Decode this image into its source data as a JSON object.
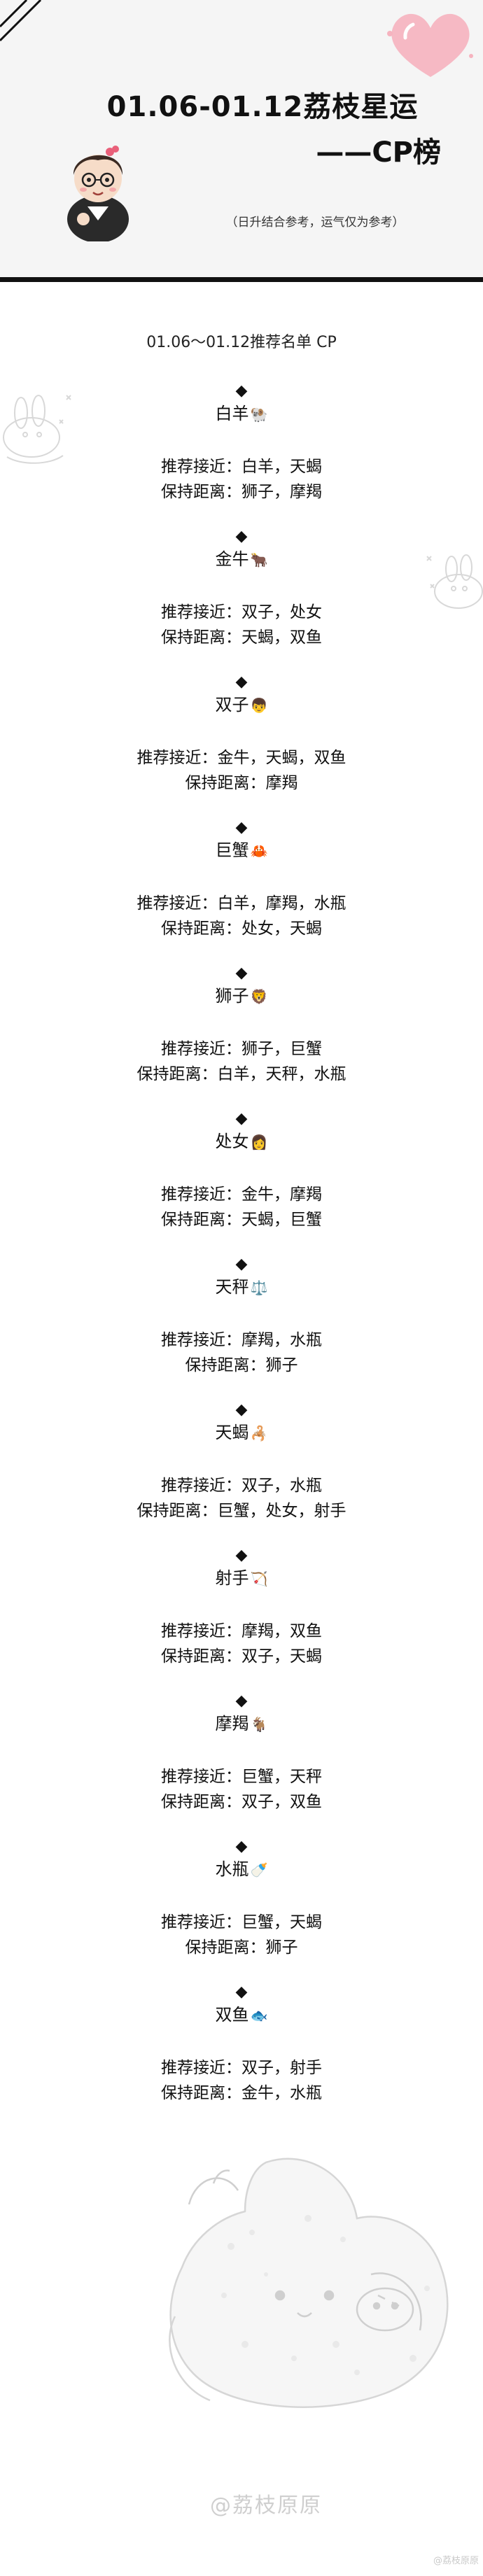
{
  "header": {
    "title": "01.06-01.12荔枝星运",
    "subtitle": "——CP榜",
    "note": "（日升结合参考，运气仅为参考）"
  },
  "list_title": "01.06～01.12推荐名单 CP",
  "labels": {
    "approach": "推荐接近：",
    "distance": "保持距离："
  },
  "signs": [
    {
      "name": "白羊",
      "emoji": "🐏",
      "approach": "白羊，天蝎",
      "distance": "狮子，摩羯"
    },
    {
      "name": "金牛",
      "emoji": "🐂",
      "approach": "双子，处女",
      "distance": "天蝎，双鱼"
    },
    {
      "name": "双子",
      "emoji": "👦",
      "approach": "金牛，天蝎，双鱼",
      "distance": "摩羯"
    },
    {
      "name": "巨蟹",
      "emoji": "🦀",
      "approach": "白羊，摩羯，水瓶",
      "distance": "处女，天蝎"
    },
    {
      "name": "狮子",
      "emoji": "🦁",
      "approach": "狮子，巨蟹",
      "distance": "白羊，天秤，水瓶"
    },
    {
      "name": "处女",
      "emoji": "👩",
      "approach": "金牛，摩羯",
      "distance": "天蝎，巨蟹"
    },
    {
      "name": "天秤",
      "emoji": "⚖️",
      "approach": "摩羯，水瓶",
      "distance": "狮子"
    },
    {
      "name": "天蝎",
      "emoji": "🦂",
      "approach": "双子，水瓶",
      "distance": "巨蟹，处女，射手"
    },
    {
      "name": "射手",
      "emoji": "🏹",
      "approach": "摩羯，双鱼",
      "distance": "双子，天蝎"
    },
    {
      "name": "摩羯",
      "emoji": "🐐",
      "approach": "巨蟹，天秤",
      "distance": "双子，双鱼"
    },
    {
      "name": "水瓶",
      "emoji": "🍼",
      "approach": "巨蟹，天蝎",
      "distance": "狮子"
    },
    {
      "name": "双鱼",
      "emoji": "🐟",
      "approach": "双子，射手",
      "distance": "金牛，水瓶"
    }
  ],
  "footer": {
    "watermark": "@荔枝原原",
    "weibo": "@荔枝原原"
  },
  "colors": {
    "divider": "#111111",
    "header_bg": "#f5f5f5",
    "heart": "#f4a5b4"
  }
}
